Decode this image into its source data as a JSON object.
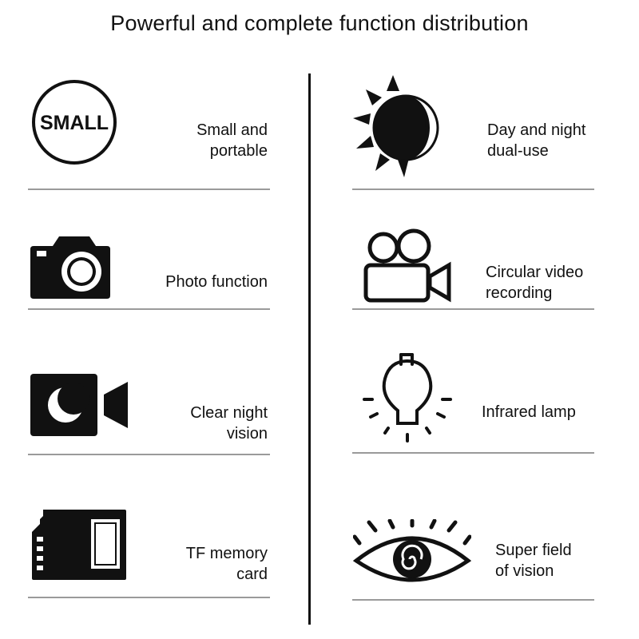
{
  "title": "Powerful and complete function distribution",
  "colors": {
    "ink": "#111111",
    "rule": "#9a9a9a",
    "background": "#ffffff"
  },
  "features_left": [
    {
      "icon": "small-badge-icon",
      "badge_text": "SMALL",
      "lines": [
        "Small and",
        "portable"
      ]
    },
    {
      "icon": "camera-icon",
      "lines": [
        "Photo function"
      ]
    },
    {
      "icon": "night-video-icon",
      "lines": [
        "Clear night",
        "vision"
      ]
    },
    {
      "icon": "sd-card-icon",
      "lines": [
        "TF memory",
        "card"
      ]
    }
  ],
  "features_right": [
    {
      "icon": "sun-moon-icon",
      "lines": [
        "Day and night",
        "dual-use"
      ]
    },
    {
      "icon": "video-camera-icon",
      "lines": [
        "Circular video",
        "recording"
      ]
    },
    {
      "icon": "light-bulb-icon",
      "lines": [
        "Infrared lamp"
      ]
    },
    {
      "icon": "eye-icon",
      "lines": [
        "Super field",
        "of vision"
      ]
    }
  ]
}
